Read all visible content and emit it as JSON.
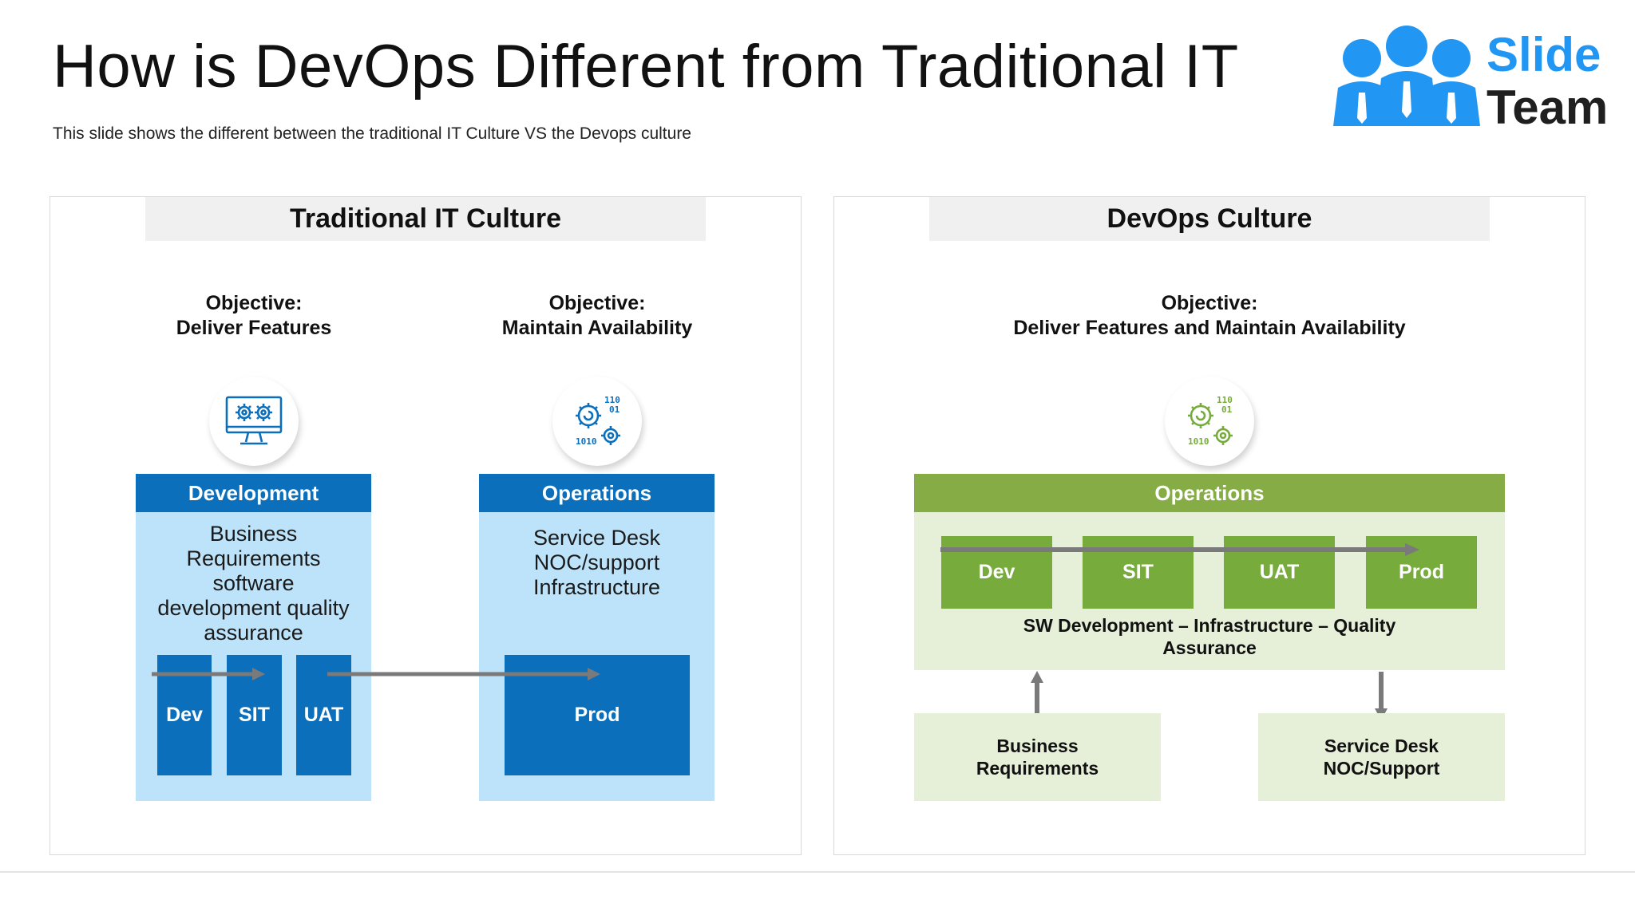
{
  "slide": {
    "title": "How is DevOps Different from Traditional IT",
    "subtitle": "This slide shows the different between the traditional IT Culture VS the Devops culture"
  },
  "logo": {
    "word1": "Slide",
    "word2": "Team"
  },
  "traditional": {
    "heading": "Traditional IT Culture",
    "dev_objective": {
      "label": "Objective:",
      "value": "Deliver Features"
    },
    "ops_objective": {
      "label": "Objective:",
      "value": "Maintain Availability"
    },
    "development": {
      "title": "Development",
      "lines": [
        "Business",
        "Requirements",
        "software",
        "development quality",
        "assurance"
      ],
      "stages": [
        "Dev",
        "SIT",
        "UAT"
      ]
    },
    "operations": {
      "title": "Operations",
      "lines": [
        "Service Desk",
        "NOC/support",
        "Infrastructure"
      ],
      "stage": "Prod"
    }
  },
  "devops": {
    "heading": "DevOps Culture",
    "objective": {
      "label": "Objective:",
      "value": "Deliver Features and Maintain Availability"
    },
    "operations_title": "Operations",
    "stages": [
      "Dev",
      "SIT",
      "UAT",
      "Prod"
    ],
    "caption": [
      "SW Development – Infrastructure – Quality",
      "Assurance"
    ],
    "input_box": [
      "Business",
      "Requirements"
    ],
    "output_box": [
      "Service Desk",
      "NOC/Support"
    ]
  },
  "colors": {
    "blue": "#0b6fbb",
    "light_blue": "#bde3fa",
    "green": "#86ad45",
    "light_green": "#e6efd8",
    "logo_blue": "#2196f3"
  },
  "icons": [
    "monitor-gears-icon",
    "gear-binary-icon",
    "gear-binary-green-icon",
    "people-logo-icon",
    "arrow-right-icon",
    "arrow-up-icon",
    "arrow-down-icon"
  ]
}
